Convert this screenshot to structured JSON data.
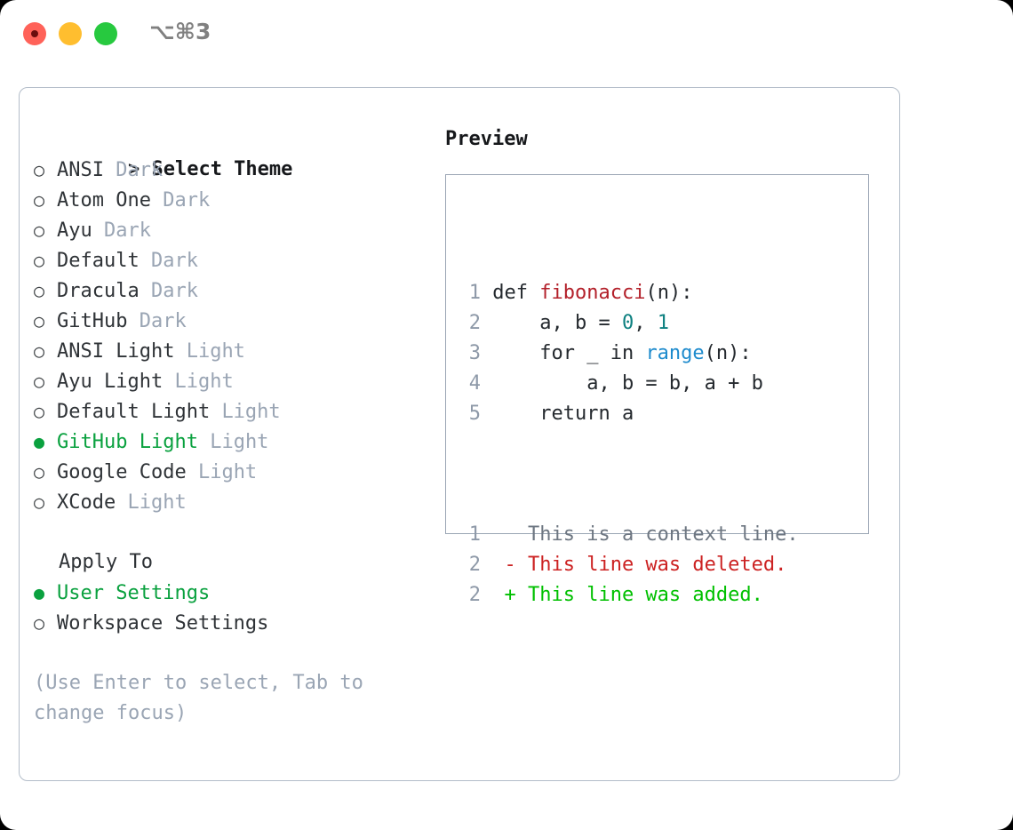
{
  "window": {
    "shortcut_label": "⌥⌘3",
    "traffic_lights": {
      "close_color": "#ff6259",
      "minimize_color": "#ffbe2f",
      "maximize_color": "#27c93f",
      "close_inner_color": "#6b0d0d"
    }
  },
  "colors": {
    "selected_green": "#0aa13f",
    "tag_grey": "#9aa5b4",
    "hint_grey": "#9aa5b4",
    "linenum_grey": "#8e99a8",
    "code_text": "#24292e",
    "diff_delete_red": "#cc2222",
    "diff_add_green": "#00c000",
    "panel_border": "#b3bdc9",
    "preview_border": "#9aa5b4"
  },
  "theme_list": {
    "title_marker": ">",
    "title": "Select Theme",
    "bullet_unselected": "○",
    "bullet_selected": "●",
    "items": [
      {
        "label": "ANSI",
        "tag": "Dark",
        "selected": false
      },
      {
        "label": "Atom One",
        "tag": "Dark",
        "selected": false
      },
      {
        "label": "Ayu",
        "tag": "Dark",
        "selected": false
      },
      {
        "label": "Default",
        "tag": "Dark",
        "selected": false
      },
      {
        "label": "Dracula",
        "tag": "Dark",
        "selected": false
      },
      {
        "label": "GitHub",
        "tag": "Dark",
        "selected": false
      },
      {
        "label": "ANSI Light",
        "tag": "Light",
        "selected": false
      },
      {
        "label": "Ayu Light",
        "tag": "Light",
        "selected": false
      },
      {
        "label": "Default Light",
        "tag": "Light",
        "selected": false
      },
      {
        "label": "GitHub Light",
        "tag": "Light",
        "selected": true
      },
      {
        "label": "Google Code",
        "tag": "Light",
        "selected": false
      },
      {
        "label": "XCode",
        "tag": "Light",
        "selected": false
      }
    ]
  },
  "apply_to": {
    "title": "Apply To",
    "items": [
      {
        "label": "User Settings",
        "selected": true
      },
      {
        "label": "Workspace Settings",
        "selected": false
      }
    ]
  },
  "hint": "(Use Enter to select, Tab to change focus)",
  "preview": {
    "title": "Preview",
    "code_lines": [
      {
        "num": "1",
        "segments": [
          {
            "text": "def ",
            "kind": "plain"
          },
          {
            "text": "fibonacci",
            "kind": "fn"
          },
          {
            "text": "(n):",
            "kind": "plain"
          }
        ]
      },
      {
        "num": "2",
        "segments": [
          {
            "text": "    a, b = ",
            "kind": "plain"
          },
          {
            "text": "0",
            "kind": "num"
          },
          {
            "text": ", ",
            "kind": "plain"
          },
          {
            "text": "1",
            "kind": "num"
          }
        ]
      },
      {
        "num": "3",
        "segments": [
          {
            "text": "    for _ in ",
            "kind": "plain"
          },
          {
            "text": "range",
            "kind": "call"
          },
          {
            "text": "(n):",
            "kind": "plain"
          }
        ]
      },
      {
        "num": "4",
        "segments": [
          {
            "text": "        a, b = b, a + b",
            "kind": "plain"
          }
        ]
      },
      {
        "num": "5",
        "segments": [
          {
            "text": "    return a",
            "kind": "plain"
          }
        ]
      }
    ],
    "diff_lines": [
      {
        "num": "1",
        "sign": " ",
        "text": "This is a context line.",
        "kind": "context"
      },
      {
        "num": "2",
        "sign": "-",
        "text": "This line was deleted.",
        "kind": "delete"
      },
      {
        "num": "2",
        "sign": "+",
        "text": "This line was added.",
        "kind": "add"
      }
    ]
  }
}
